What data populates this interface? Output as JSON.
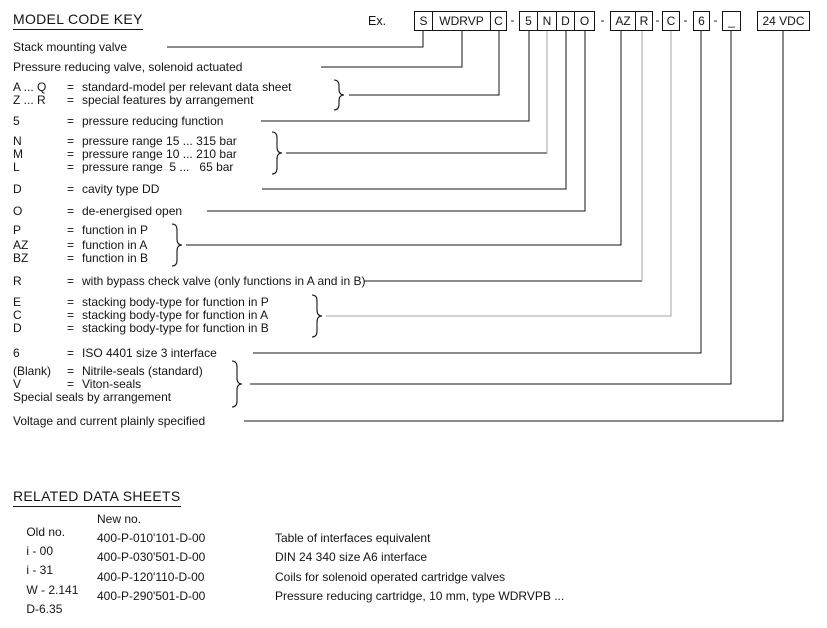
{
  "title": "MODEL CODE KEY",
  "example": {
    "label": "Ex.",
    "parts": [
      {
        "t": "S"
      },
      {
        "t": "WDRVP"
      },
      {
        "t": "C"
      },
      {
        "t": "-"
      },
      {
        "t": "5"
      },
      {
        "t": "N"
      },
      {
        "t": "D"
      },
      {
        "t": "O"
      },
      {
        "t": "-"
      },
      {
        "t": "AZ"
      },
      {
        "t": "R"
      },
      {
        "t": "-"
      },
      {
        "t": "C"
      },
      {
        "t": "-"
      },
      {
        "t": "6"
      },
      {
        "t": "-"
      },
      {
        "t": "_"
      },
      {
        "t": "24 VDC"
      }
    ]
  },
  "key": {
    "lines": [
      {
        "desc": "Stack mounting valve"
      },
      {
        "desc": "Pressure reducing valve, solenoid actuated"
      },
      {
        "code": "A ... Q",
        "eq": "=",
        "desc": "standard-model per relevant data sheet"
      },
      {
        "code": "Z ... R",
        "eq": "=",
        "desc": "special features by arrangement"
      },
      {
        "code": "5",
        "eq": "=",
        "desc": "pressure reducing function"
      },
      {
        "code": "N",
        "eq": "=",
        "desc": "pressure range 15 ... 315 bar"
      },
      {
        "code": "M",
        "eq": "=",
        "desc": "pressure range 10 ... 210 bar"
      },
      {
        "code": "L",
        "eq": "=",
        "desc": "pressure range  5 ...   65 bar"
      },
      {
        "code": "D",
        "eq": "=",
        "desc": "cavity type DD"
      },
      {
        "code": "O",
        "eq": "=",
        "desc": "de-energised open"
      },
      {
        "code": "P",
        "eq": "=",
        "desc": "function in P"
      },
      {
        "code": "AZ",
        "eq": "=",
        "desc": "function in A"
      },
      {
        "code": "BZ",
        "eq": "=",
        "desc": "function in B"
      },
      {
        "code": "R",
        "eq": "=",
        "desc": "with bypass check valve (only functions in A and in B)"
      },
      {
        "code": "E",
        "eq": "=",
        "desc": "stacking body-type for function in P"
      },
      {
        "code": "C",
        "eq": "=",
        "desc": "stacking body-type for function in A"
      },
      {
        "code": "D",
        "eq": "=",
        "desc": "stacking body-type for function in B"
      },
      {
        "code": "6",
        "eq": "=",
        "desc": "ISO 4401 size 3 interface"
      },
      {
        "code": "(Blank)",
        "eq": "=",
        "desc": "Nitrile-seals (standard)"
      },
      {
        "code": "V",
        "eq": "=",
        "desc": "Viton-seals"
      },
      {
        "desc": "Special seals by arrangement"
      },
      {
        "desc": "Voltage and current plainly specified"
      }
    ]
  },
  "related": {
    "title": "RELATED DATA SHEETS",
    "columns": {
      "old": "Old no.",
      "new": "New no."
    },
    "rows": [
      [
        "i - 00",
        "400-P-010'101-D-00",
        "Table of interfaces equivalent"
      ],
      [
        "i - 31",
        "400-P-030'501-D-00",
        "DIN 24 340 size A6 interface"
      ],
      [
        "W - 2.141",
        "400-P-120'110-D-00",
        "Coils for solenoid operated cartridge valves"
      ],
      [
        "D-6.35",
        "400-P-290'501-D-00",
        "Pressure reducing cartridge, 10 mm, type WDRVPB ..."
      ]
    ]
  },
  "colors": {
    "ink": "#141414",
    "line_gray": "#a6a6a6"
  }
}
